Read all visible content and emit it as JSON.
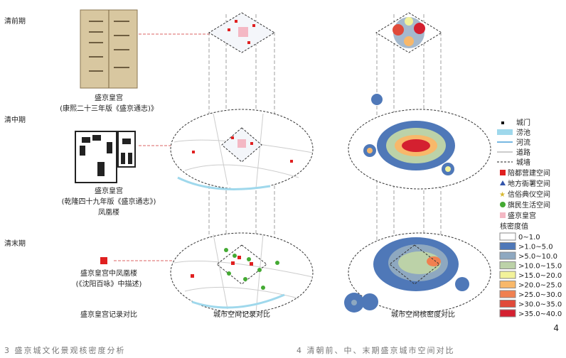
{
  "periods": [
    "清前期",
    "清中期",
    "清末期"
  ],
  "left_captions": {
    "early": [
      "盛京皇宫",
      "(康熙二十三年版《盛京通志)》"
    ],
    "mid": [
      "盛京皇宫",
      "(乾隆四十九年版《盛京通志》)",
      "凤凰楼"
    ],
    "late": [
      "盛京皇宫中凤凰楼",
      "(《沈阳百咏》中描述)"
    ]
  },
  "column_titles": [
    "盛京皇宫记录对比",
    "城市空间记录对比",
    "城市空间核密度对比"
  ],
  "legend": {
    "symbols": [
      {
        "label": "城门",
        "icon": "square-dot-icon"
      },
      {
        "label": "涝池",
        "icon": "pond-swatch-icon"
      },
      {
        "label": "河流",
        "icon": "river-line-icon"
      },
      {
        "label": "道路",
        "icon": "road-line-icon"
      },
      {
        "label": "城墙",
        "icon": "wall-dashed-icon"
      }
    ],
    "categories": [
      {
        "label": "陪都营建空间",
        "color": "#e02020",
        "shape": "square"
      },
      {
        "label": "地方衙署空间",
        "color": "#3355aa",
        "shape": "triangle"
      },
      {
        "label": "信俗典仪空间",
        "color": "#d8b830",
        "shape": "star"
      },
      {
        "label": "旗民生活空间",
        "color": "#44aa33",
        "shape": "circle"
      },
      {
        "label": "盛京皇宫",
        "color": "#f4b8c4",
        "shape": "square"
      }
    ],
    "density_title": "核密度值",
    "density": [
      {
        "label": "0~1.0",
        "color": "#ffffff"
      },
      {
        "label": ">1.0~5.0",
        "color": "#4f78b8"
      },
      {
        "label": ">5.0~10.0",
        "color": "#8ea8c0"
      },
      {
        "label": ">10.0~15.0",
        "color": "#bcd2a8"
      },
      {
        "label": ">15.0~20.0",
        "color": "#f2f29a"
      },
      {
        "label": ">20.0~25.0",
        "color": "#f8b86a"
      },
      {
        "label": ">25.0~30.0",
        "color": "#f08050"
      },
      {
        "label": ">30.0~35.0",
        "color": "#e04a3a"
      },
      {
        "label": ">35.0~40.0",
        "color": "#d42030"
      }
    ]
  },
  "page_number": "4",
  "figure_captions": [
    "3 盛京城文化景观核密度分析",
    "4 清朝前、中、末期盛京城市空间对比"
  ]
}
